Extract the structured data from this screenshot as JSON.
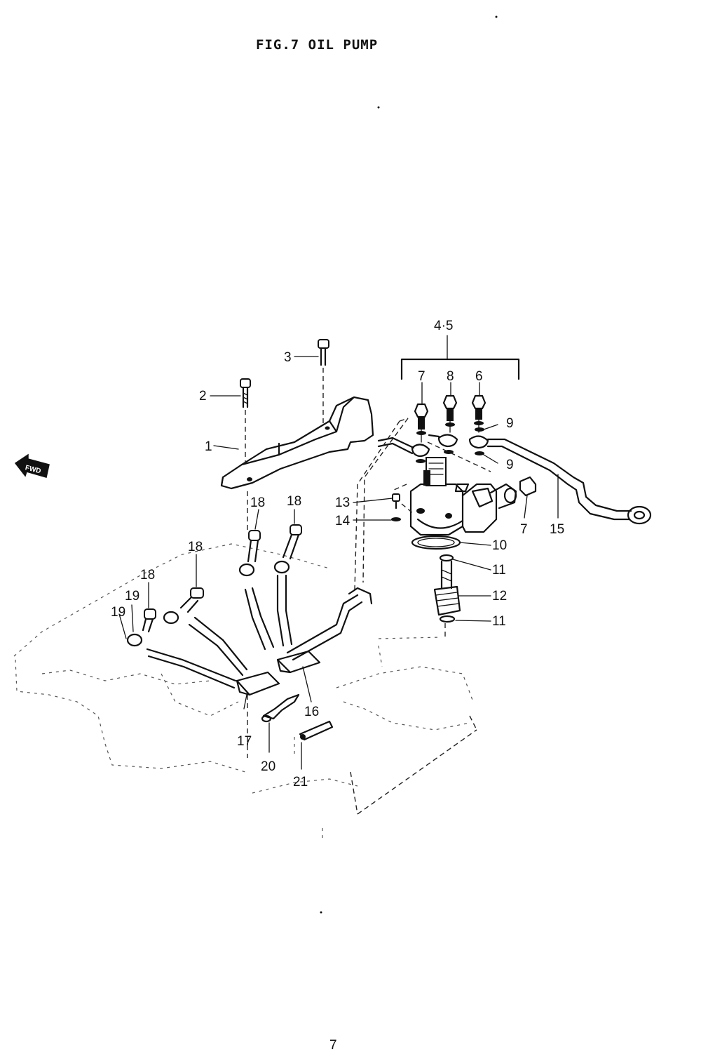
{
  "figure": {
    "title": "FIG.7  OIL PUMP",
    "page_number": "7",
    "fwd_label": "FWD"
  },
  "callouts": {
    "c1": "1",
    "c2": "2",
    "c3": "3",
    "c45": "4·5",
    "c6": "6",
    "c7a": "7",
    "c7b": "7",
    "c8": "8",
    "c9a": "9",
    "c9b": "9",
    "c10": "10",
    "c11a": "11",
    "c11b": "11",
    "c12": "12",
    "c13": "13",
    "c14": "14",
    "c15": "15",
    "c16": "16",
    "c17": "17",
    "c18a": "18",
    "c18b": "18",
    "c18c": "18",
    "c18d": "18",
    "c19a": "19",
    "c19b": "19",
    "c20": "20",
    "c21": "21"
  }
}
